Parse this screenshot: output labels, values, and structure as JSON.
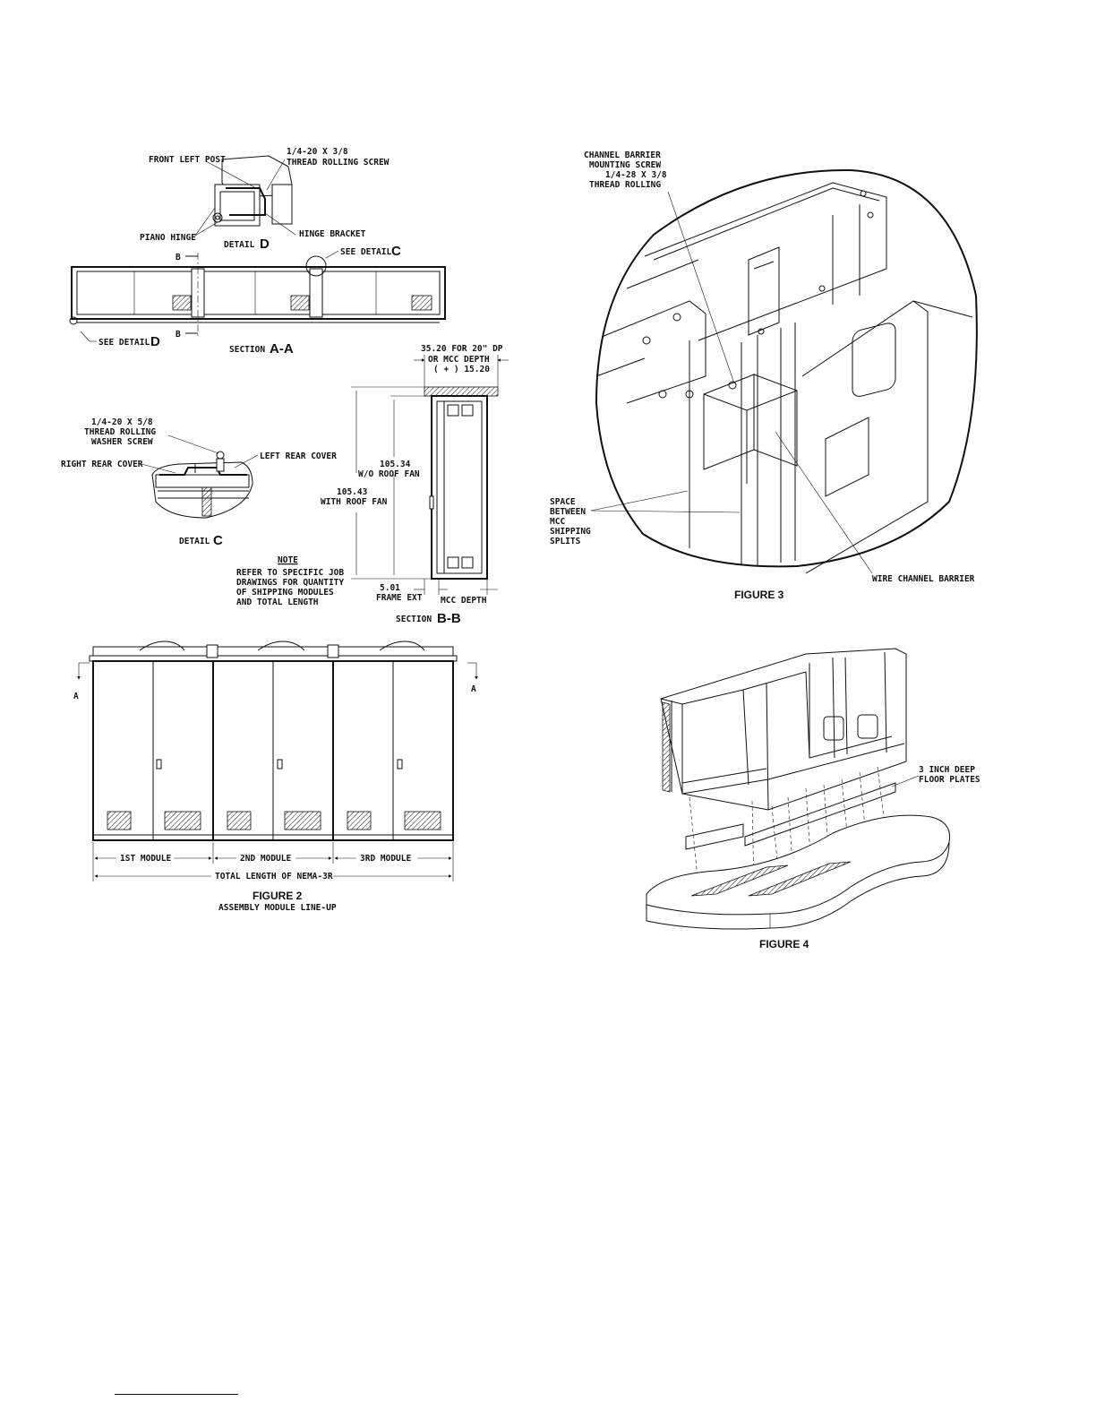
{
  "figure2": {
    "detailD": {
      "front_left_post": "FRONT LEFT POST",
      "screw_line1": "1/4-20 X 3/8",
      "screw_line2": "THREAD ROLLING SCREW",
      "piano_hinge": "PIANO HINGE",
      "hinge_bracket": "HINGE BRACKET",
      "detail_word": "DETAIL",
      "detail_letter": "D"
    },
    "sectionAA": {
      "b_top": "B",
      "b_bottom": "B",
      "see_detail_c_word": "SEE DETAIL",
      "see_detail_c_letter": "C",
      "see_detail_d_word": "SEE DETAIL",
      "see_detail_d_letter": "D",
      "section_word": "SECTION",
      "section_letter": "A-A"
    },
    "detailC": {
      "screw_line1": "1/4-20 X 5/8",
      "screw_line2": "THREAD ROLLING",
      "screw_line3": "WASHER SCREW",
      "left_rear_cover": "LEFT REAR COVER",
      "right_rear_cover": "RIGHT REAR COVER",
      "detail_word": "DETAIL",
      "detail_letter": "C"
    },
    "sectionBB": {
      "depth_line1": "35.20 FOR 20\" DP",
      "depth_line2": "OR MCC DEPTH",
      "depth_line3": "( + ) 15.20",
      "h1_value": "105.34",
      "h1_label": "W/O ROOF FAN",
      "h2_value": "105.43",
      "h2_label": "WITH ROOF FAN",
      "frame_value": "5.01",
      "frame_label": "FRAME EXT",
      "mcc_depth": "MCC DEPTH",
      "section_word": "SECTION",
      "section_letter": "B-B"
    },
    "note": {
      "title": "NOTE",
      "line1": "REFER TO SPECIFIC JOB",
      "line2": "DRAWINGS FOR QUANTITY",
      "line3": "OF SHIPPING MODULES",
      "line4": "AND TOTAL LENGTH"
    },
    "lineup": {
      "a_left": "A",
      "a_right": "A",
      "module1": "1ST MODULE",
      "module2": "2ND MODULE",
      "module3": "3RD MODULE",
      "total": "TOTAL LENGTH OF NEMA-3R"
    },
    "caption_title": "FIGURE 2",
    "caption_sub": "ASSEMBLY MODULE LINE-UP"
  },
  "figure3": {
    "screw_line1": "CHANNEL BARRIER",
    "screw_line2": "MOUNTING SCREW",
    "screw_line3": "1/4-28 X 3/8",
    "screw_line4": "THREAD ROLLING",
    "space_line1": "SPACE",
    "space_line2": "BETWEEN",
    "space_line3": "MCC",
    "space_line4": "SHIPPING",
    "space_line5": "SPLITS",
    "barrier": "WIRE CHANNEL BARRIER",
    "caption": "FIGURE 3"
  },
  "figure4": {
    "plates_line1": "3 INCH DEEP",
    "plates_line2": "FLOOR PLATES",
    "caption": "FIGURE 4"
  }
}
